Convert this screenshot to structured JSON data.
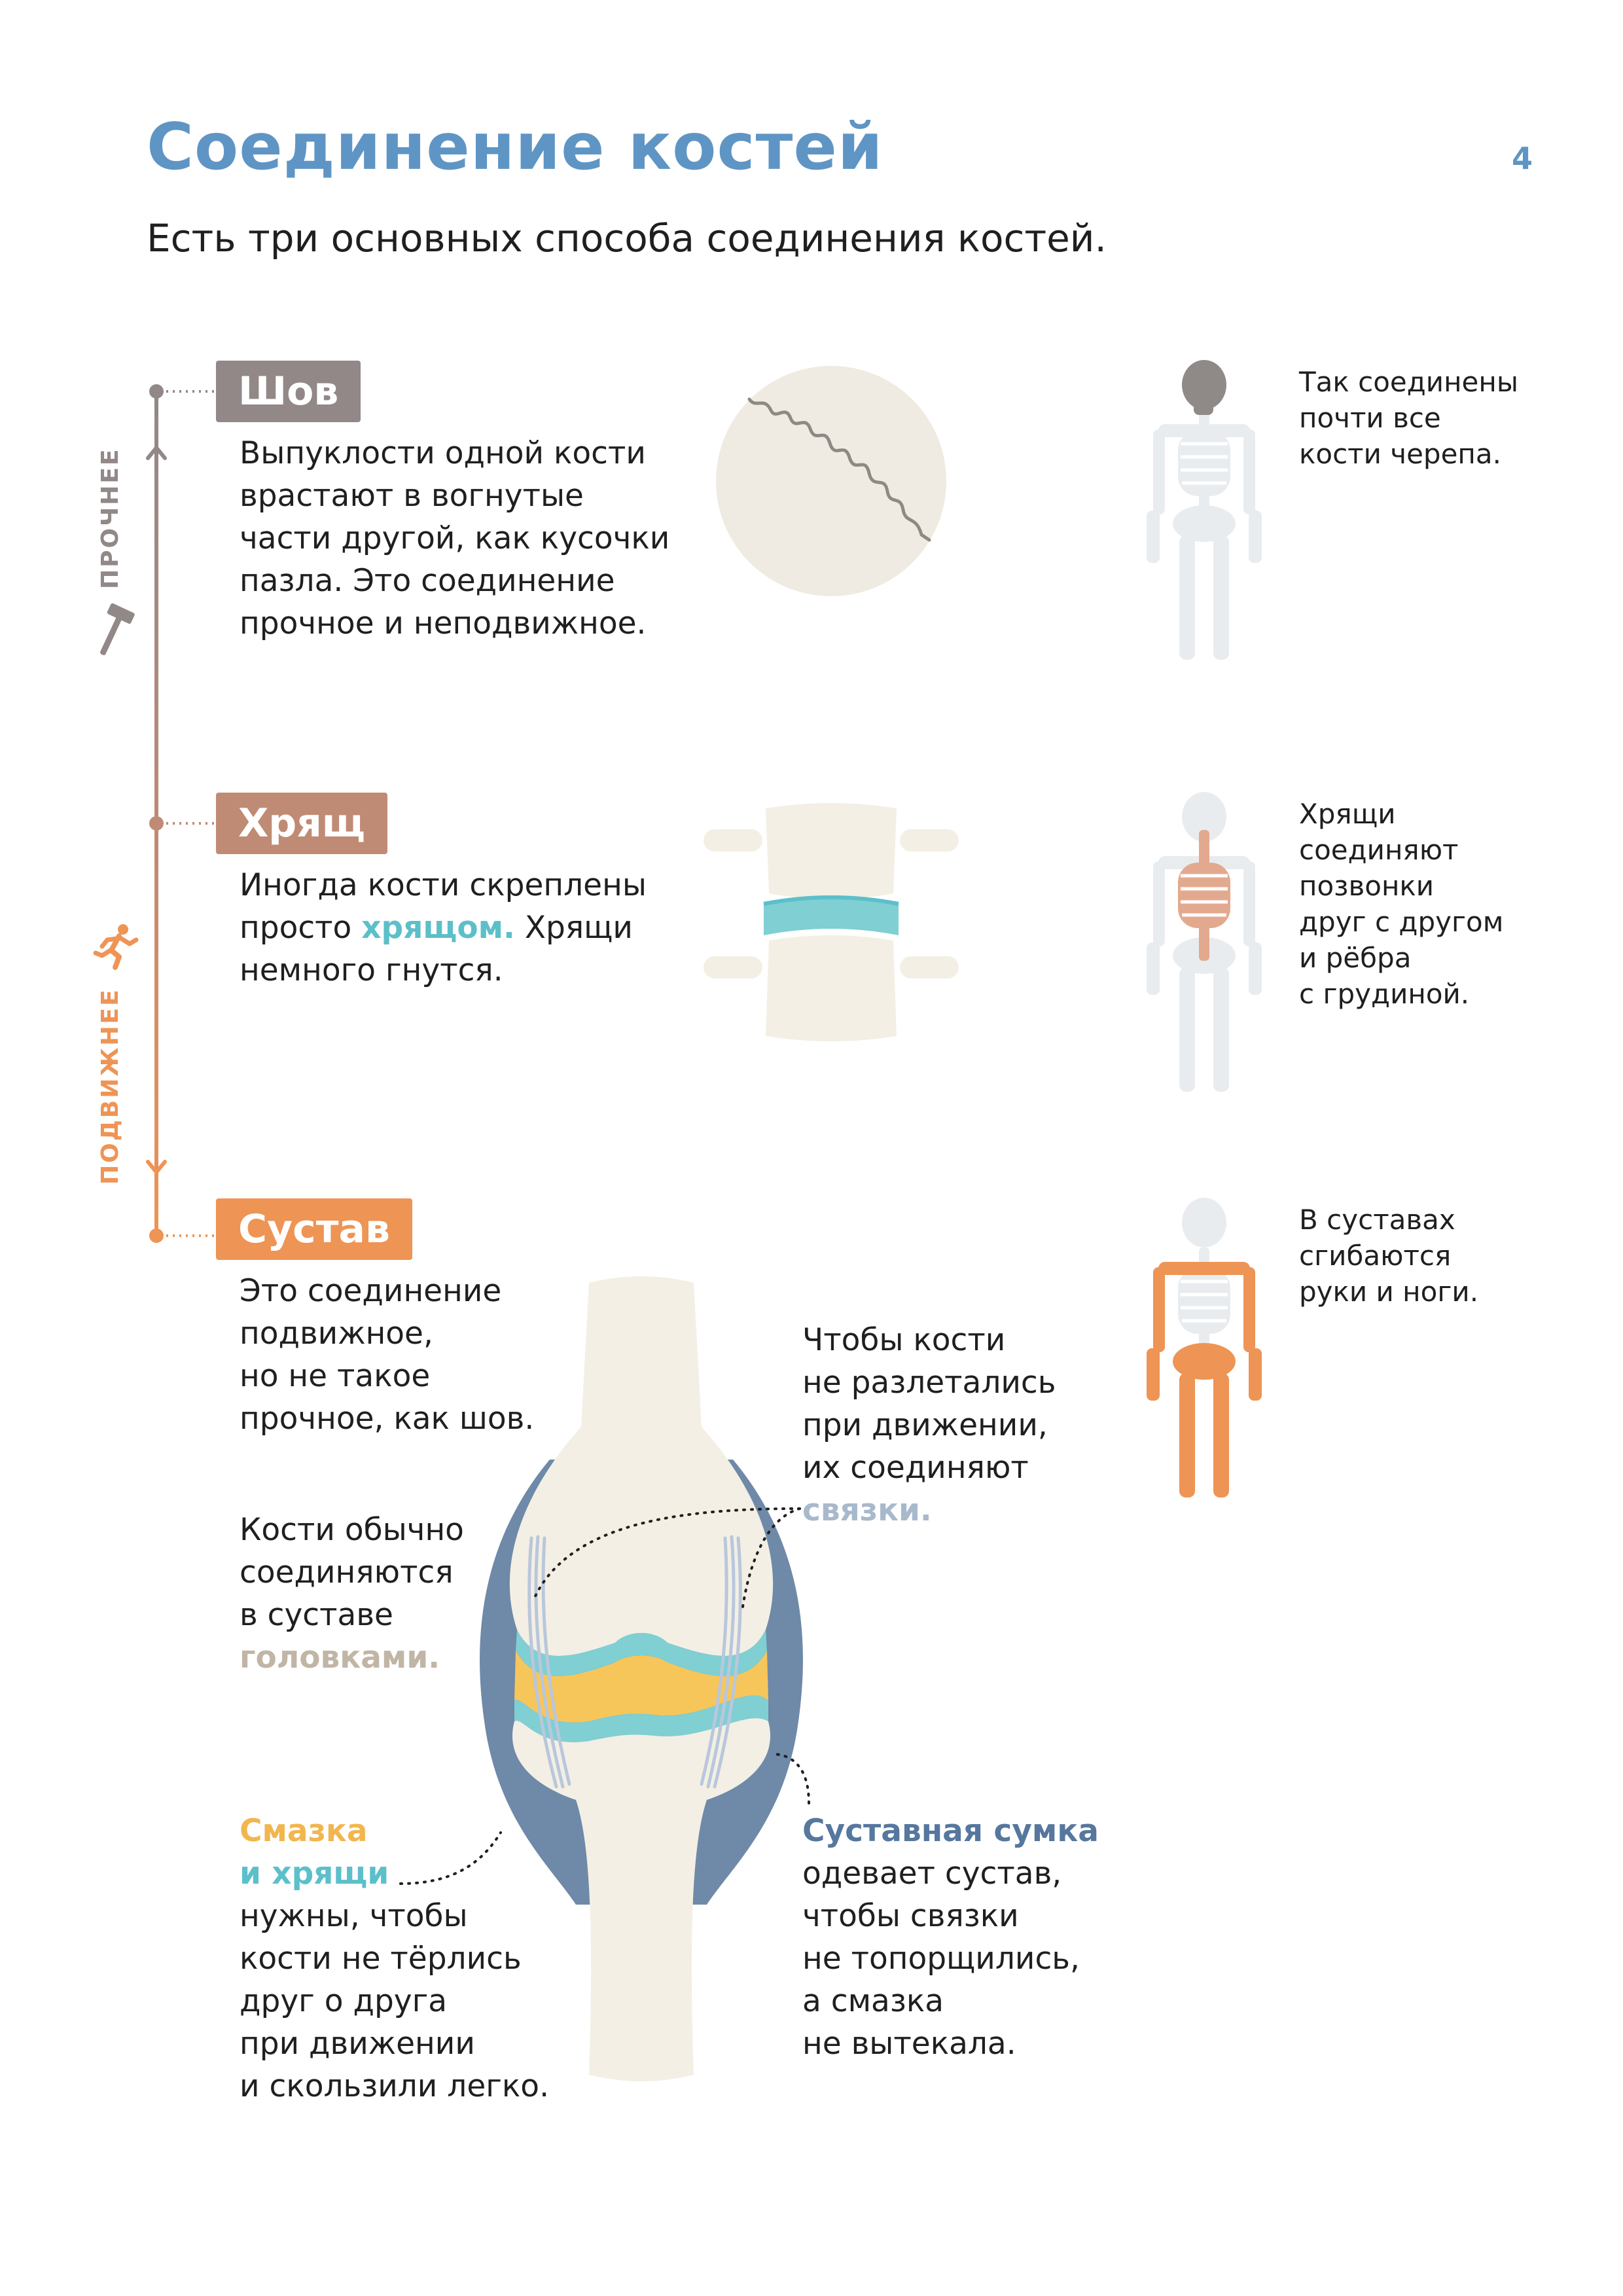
{
  "header": {
    "title": "Соединение костей",
    "page_number": "4",
    "intro": "Есть три основных способа соединения костей."
  },
  "scale": {
    "top_label": "ПРОЧНЕЕ",
    "bottom_label": "ПОДВИЖНЕЕ",
    "top_icon": "hammer-icon",
    "bottom_icon": "running-person-icon"
  },
  "sections": {
    "suture": {
      "badge": "Шов",
      "lines": [
        "Выпуклости одной кости",
        "врастают в вогнутые",
        "части другой, как кусочки",
        "пазла. Это соединение",
        "прочное и неподвижное."
      ],
      "side_lines": [
        "Так соединены",
        "почти все",
        "кости черепа."
      ]
    },
    "cartilage": {
      "badge": "Хрящ",
      "line1": "Иногда кости скреплены",
      "line2_pre": "просто ",
      "line2_hl": "хрящом.",
      "line2_post": " Хрящи",
      "line3": "немного гнутся.",
      "side_lines": [
        "Хрящи",
        "соединяют",
        "позвонки",
        "друг с другом",
        "и рёбра",
        "с грудиной."
      ]
    },
    "joint": {
      "badge": "Сустав",
      "lines": [
        "Это соединение",
        "подвижное,",
        "но не такое",
        "прочное, как шов."
      ],
      "heads_lines": [
        "Кости обычно",
        "соединяются",
        "в суставе"
      ],
      "heads_hl": "головками.",
      "ligaments_lines": [
        "Чтобы кости",
        "не разлетались",
        "при движении,",
        "их соединяют"
      ],
      "ligaments_hl": "связки.",
      "lube_hl1": "Смазка",
      "lube_hl2_pre": "и ",
      "lube_hl2": "хрящи",
      "lube_lines": [
        "нужны, чтобы",
        "кости не тёрлись",
        "друг о друга",
        "при движении",
        "и скользили легко."
      ],
      "capsule_hl": "Суставная сумка",
      "capsule_lines": [
        "одевает сустав,",
        "чтобы связки",
        "не топорщились,",
        "а смазка",
        "не вытекала."
      ],
      "side_lines": [
        "В суставах",
        "сгибаются",
        "руки и ноги."
      ]
    }
  },
  "colors": {
    "title": "#5f95c4",
    "suture": "#918887",
    "cartilage": "#c08b74",
    "joint": "#ee9455",
    "cartilage_teal": "#5cbfca",
    "bone": "#f3efe4",
    "capsule": "#56779e",
    "lubricant": "#f2b64e"
  }
}
